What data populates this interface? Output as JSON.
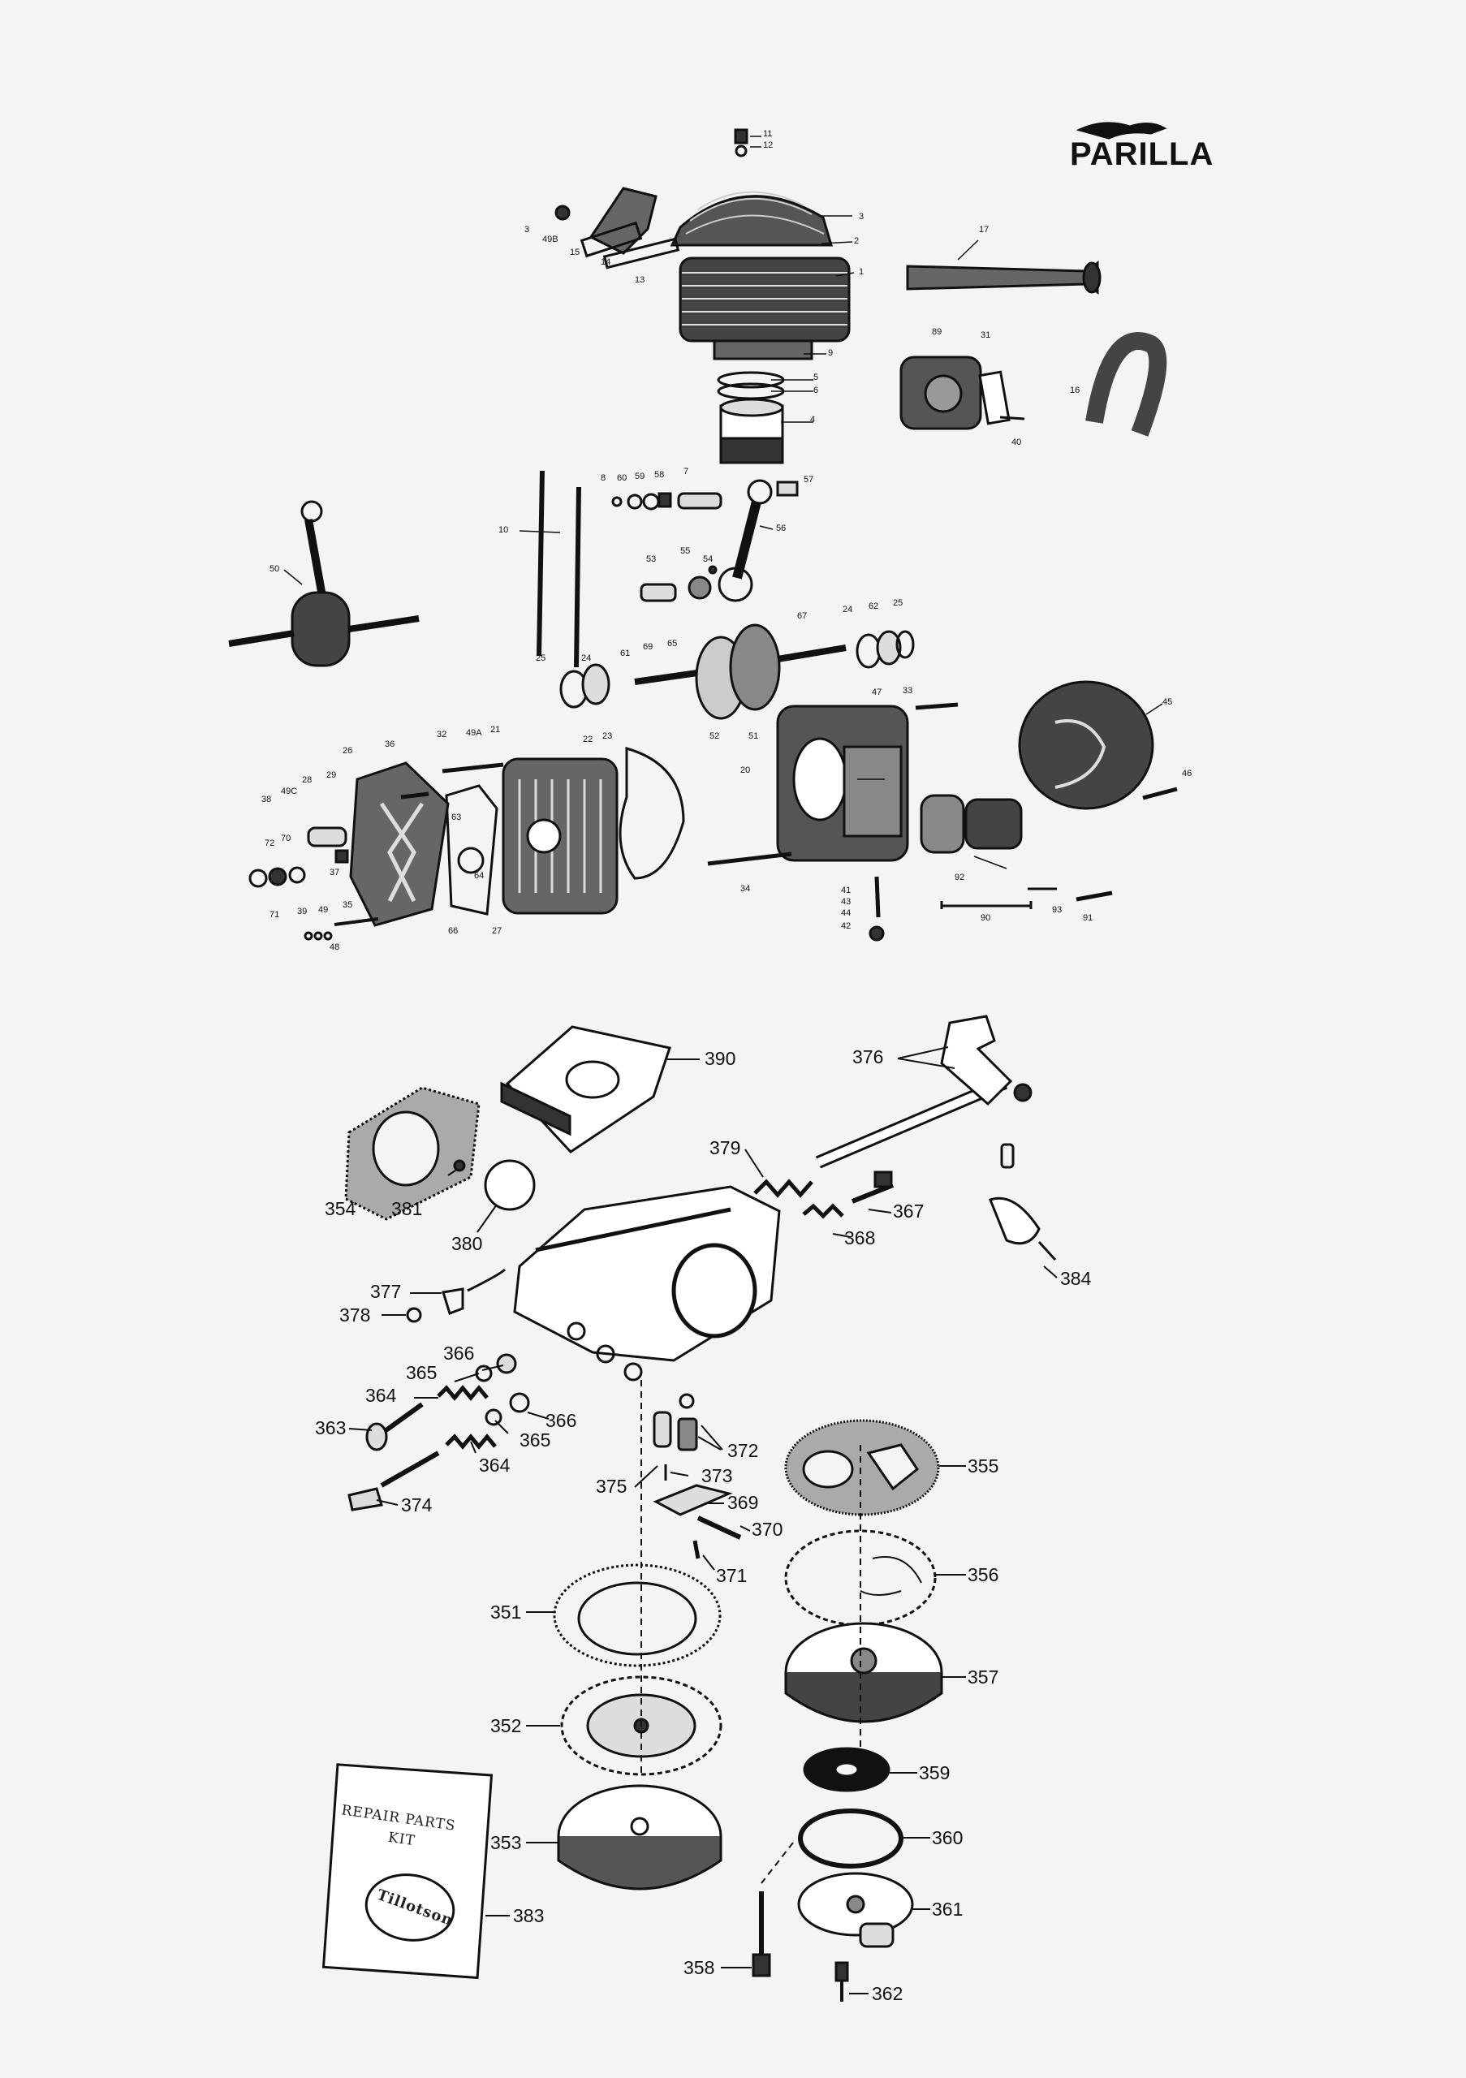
{
  "brand": {
    "name": "PARILLA"
  },
  "kit": {
    "line1": "REPAIR PARTS",
    "line2": "KIT",
    "logo_text": "Tillotson"
  },
  "engine_labels": [
    "11",
    "12",
    "3",
    "2",
    "1",
    "17",
    "3",
    "49B",
    "15",
    "14",
    "13",
    "9",
    "5",
    "6",
    "4",
    "89",
    "31",
    "16",
    "40",
    "8",
    "60",
    "59",
    "58",
    "7",
    "57",
    "10",
    "56",
    "55",
    "53",
    "54",
    "50",
    "67",
    "24",
    "62",
    "25",
    "25",
    "24",
    "61",
    "69",
    "65",
    "47",
    "33",
    "45",
    "46",
    "52",
    "51",
    "20",
    "32",
    "49A",
    "21",
    "22",
    "23",
    "36",
    "26",
    "38",
    "49C",
    "28",
    "29",
    "70",
    "72",
    "63",
    "64",
    "37",
    "71",
    "39",
    "35",
    "49",
    "48",
    "66",
    "27",
    "34",
    "92",
    "41",
    "43",
    "44",
    "42",
    "90",
    "93",
    "91"
  ],
  "carb_labels": [
    "390",
    "376",
    "379",
    "367",
    "368",
    "384",
    "354",
    "381",
    "380",
    "377",
    "378",
    "366",
    "365",
    "364",
    "363",
    "366",
    "365",
    "364",
    "374",
    "372",
    "373",
    "375",
    "369",
    "370",
    "371",
    "355",
    "356",
    "357",
    "351",
    "352",
    "353",
    "359",
    "360",
    "361",
    "383",
    "358",
    "362"
  ]
}
